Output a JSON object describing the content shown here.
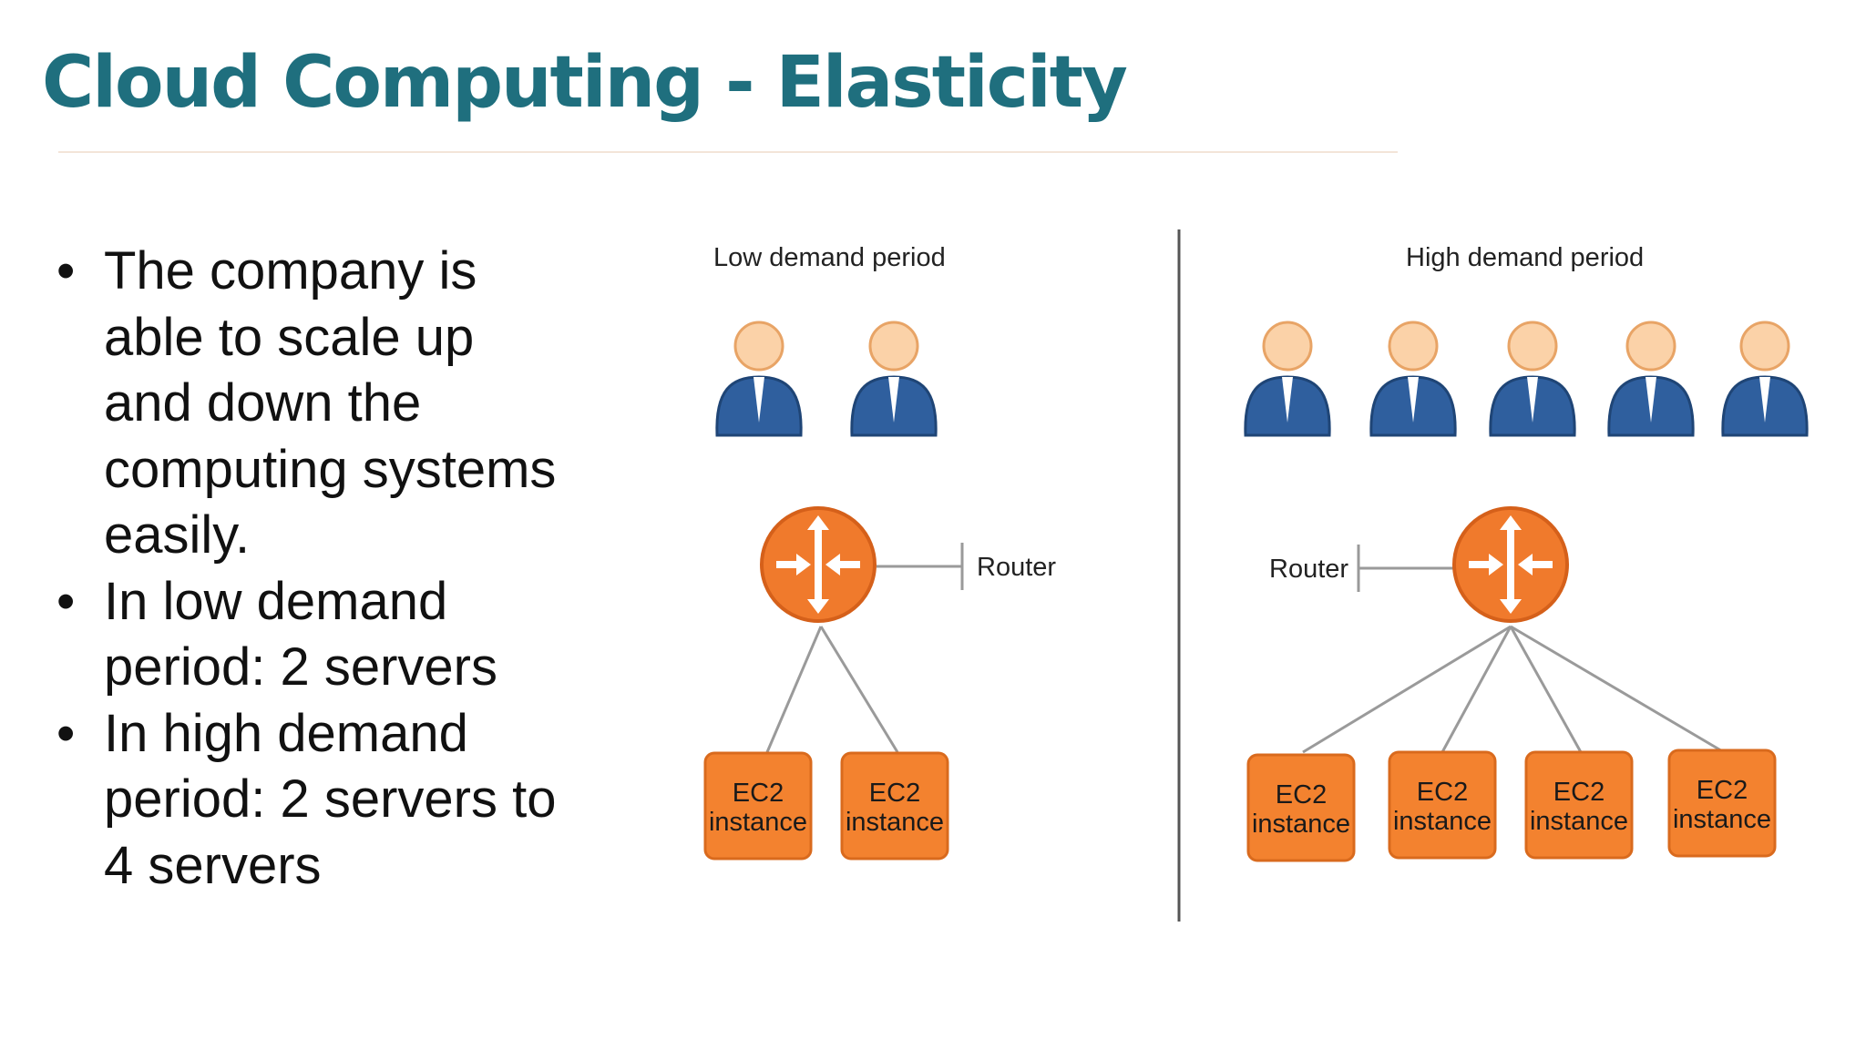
{
  "slide": {
    "title": "Cloud Computing - Elasticity",
    "bullets": [
      {
        "lines": [
          "The company is",
          "able to scale up",
          "and down the",
          "computing systems",
          "easily."
        ]
      },
      {
        "lines": [
          "In low demand",
          "period: 2 servers"
        ]
      },
      {
        "lines": [
          "In high demand",
          "period: 2 servers to",
          "4 servers"
        ]
      }
    ]
  },
  "diagram": {
    "low": {
      "heading": "Low demand period",
      "router_label": "Router",
      "users": 2,
      "instances": [
        {
          "line1": "EC2",
          "line2": "instance"
        },
        {
          "line1": "EC2",
          "line2": "instance"
        }
      ]
    },
    "high": {
      "heading": "High demand period",
      "router_label": "Router",
      "users": 5,
      "instances": [
        {
          "line1": "EC2",
          "line2": "instance"
        },
        {
          "line1": "EC2",
          "line2": "instance"
        },
        {
          "line1": "EC2",
          "line2": "instance"
        },
        {
          "line1": "EC2",
          "line2": "instance"
        }
      ]
    }
  },
  "colors": {
    "title": "#1f6f7e",
    "user_body": "#2f5f9e",
    "user_head": "#fbd2a8",
    "router": "#f07a2c",
    "instance": "#f3822f",
    "line": "#9a9a9a"
  },
  "icons": {
    "user": "user-icon",
    "router": "router-icon",
    "instance": "ec2-instance-icon"
  }
}
